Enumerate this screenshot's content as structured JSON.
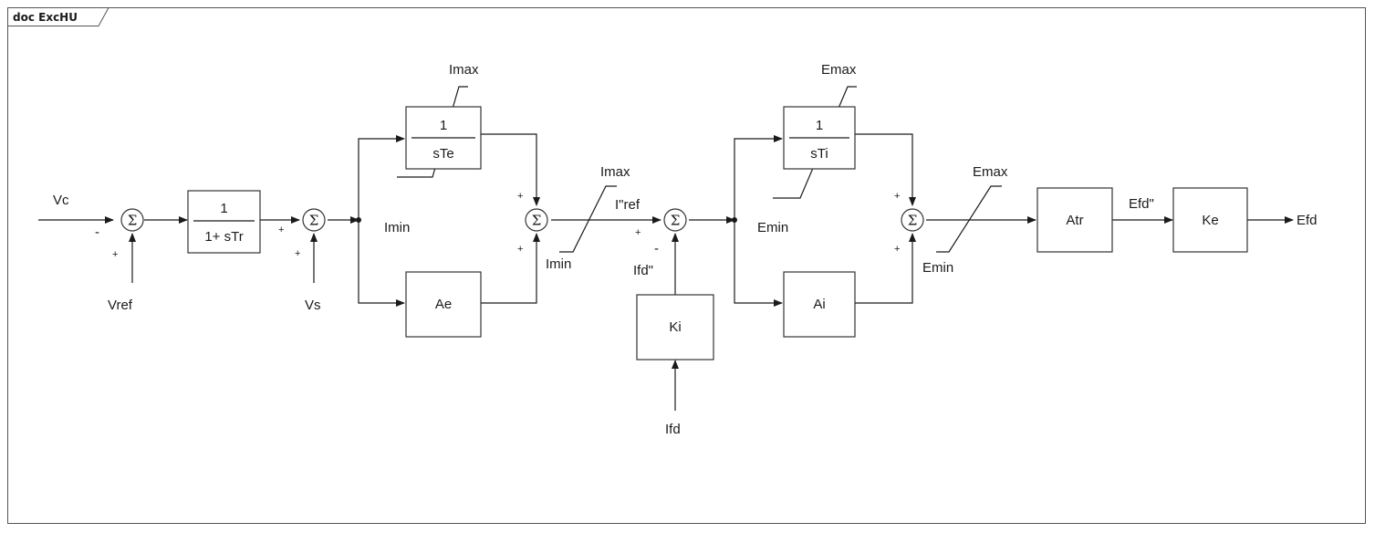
{
  "frame": {
    "title": "doc ExcHU"
  },
  "labels": {
    "vc": "Vc",
    "vref": "Vref",
    "vs": "Vs",
    "imax_top": "Imax",
    "imin_bottom": "Imin",
    "imax_lim": "Imax",
    "imin_lim": "Imin",
    "iref": "I\"ref",
    "ifd_dd": "Ifd\"",
    "ifd": "Ifd",
    "emax_top": "Emax",
    "emin_bottom": "Emin",
    "emax_lim": "Emax",
    "emin_lim": "Emin",
    "efd_dd": "Efd\"",
    "efd": "Efd"
  },
  "blocks": {
    "tr_num": "1",
    "tr_den": "1+ sTr",
    "te_num": "1",
    "te_den": "sTe",
    "ae": "Ae",
    "ki": "Ki",
    "ti_num": "1",
    "ti_den": "sTi",
    "ai": "Ai",
    "atr": "Atr",
    "ke": "Ke"
  },
  "summers": {
    "s1": "Σ",
    "s2": "Σ",
    "s3": "Σ",
    "s4": "Σ",
    "s5": "Σ"
  },
  "signs": {
    "s1_left": "-",
    "s1_bottom": "+",
    "s2_left": "+",
    "s2_bottom": "+",
    "s3_top": "+",
    "s3_bottom": "+",
    "s4_left": "+",
    "s4_bottom": "-",
    "s5_top": "+",
    "s5_bottom": "+"
  }
}
